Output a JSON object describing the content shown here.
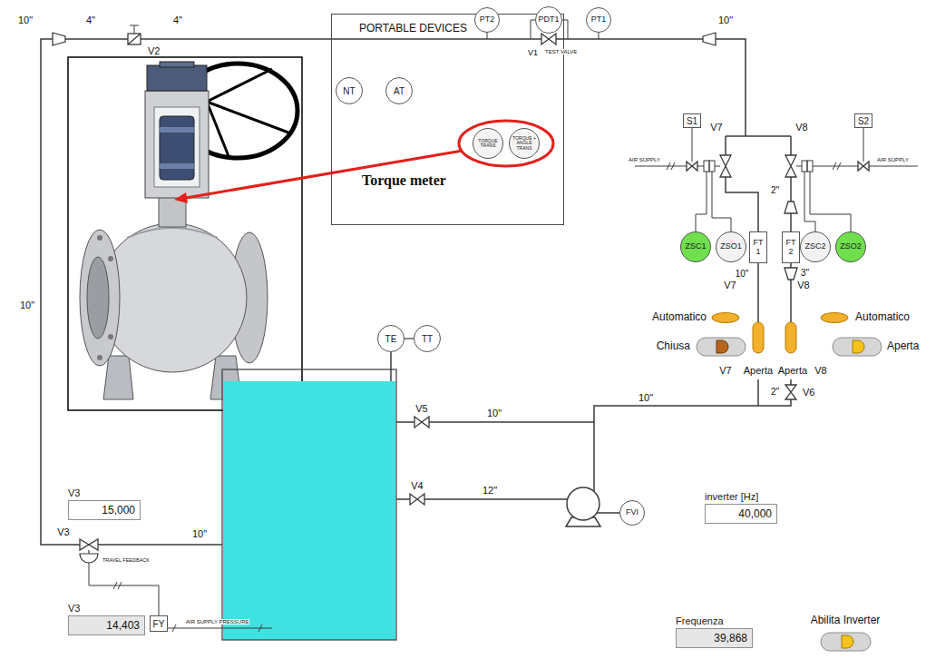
{
  "diagram": {
    "nodes": [
      {
        "text": [
          "PORTABLE DEVICES"
        ]
      },
      {
        "text": [
          "NT"
        ],
        "in": 0
      },
      {
        "text": [
          "AT"
        ],
        "in": 0
      },
      {
        "text": [
          "TORQUE TRANS"
        ],
        "in": 0
      },
      {
        "text": [
          "TORQUE + ANGLE TRANS"
        ],
        "in": 0
      },
      {
        "text": [
          "PT2"
        ]
      },
      {
        "text": [
          "PDT1"
        ]
      },
      {
        "text": [
          "PT1"
        ]
      },
      {
        "text": [
          "S1"
        ]
      },
      {
        "text": [
          "S2"
        ]
      },
      {
        "text": [
          "ZSC1"
        ]
      },
      {
        "text": [
          "ZSO1"
        ]
      },
      {
        "text": [
          "FT 1"
        ]
      },
      {
        "text": [
          "FT 2"
        ]
      },
      {
        "text": [
          "ZSC2"
        ]
      },
      {
        "text": [
          "ZSO2"
        ]
      },
      {
        "text": [
          "TE"
        ]
      },
      {
        "text": [
          "TT"
        ]
      },
      {
        "text": [
          "V3",
          "15,000"
        ]
      },
      {
        "text": [
          "inverter [Hz]",
          "40,000"
        ]
      },
      {
        "text": [
          "FVI"
        ]
      },
      {
        "text": [
          "V3",
          "14,403"
        ]
      },
      {
        "text": [
          "FY"
        ]
      },
      {
        "text": [
          "Frequenza",
          "39,868"
        ]
      }
    ],
    "edges": [
      {
        "from": 16,
        "to": 17,
        "arrow": "none"
      }
    ],
    "labels": [
      "10\"",
      "4\"",
      "4\"",
      "V2",
      "V1",
      "TEST VALVE",
      "10\"",
      "Torque meter",
      "AIR SUPPLY",
      "V7",
      "V8",
      "AIR SUPPLY",
      "2\"",
      "10\"",
      "3\"",
      "V7",
      "V8",
      "Automatico",
      "Chiusa",
      "Automatico",
      "Aperta",
      "V7",
      "Aperta",
      "Aperta",
      "V8",
      "2\"",
      "V6",
      "10\"",
      "10\"",
      "V5",
      "10\"",
      "V4",
      "12\"",
      "10\"",
      "V3",
      "TRAVEL FEEDBACK",
      "AIR SUPPLY PRESSURE",
      "Abilita Inverter"
    ]
  }
}
